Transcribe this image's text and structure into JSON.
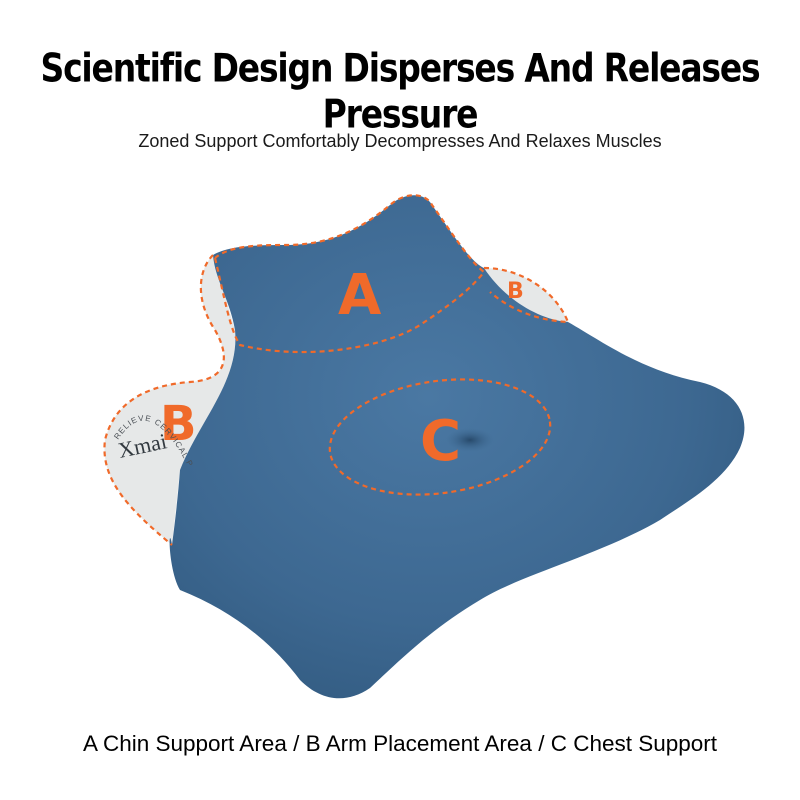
{
  "heading": "Scientific Design Disperses And Releases Pressure",
  "subheading": "Zoned Support Comfortably Decompresses And Relaxes Muscles",
  "caption": "A Chin Support Area / B Arm Placement Area / C Chest Support",
  "zones": {
    "a": "A",
    "b_left": "B",
    "b_right": "B",
    "c": "C"
  },
  "brand": {
    "logo": "Xmai",
    "arc_text": "RELIEVE CERVICAL PRESSURE"
  },
  "colors": {
    "pillow_blue": "#3d6891",
    "side_fabric": "#e6e8e8",
    "zone_accent": "#f06a2a"
  }
}
